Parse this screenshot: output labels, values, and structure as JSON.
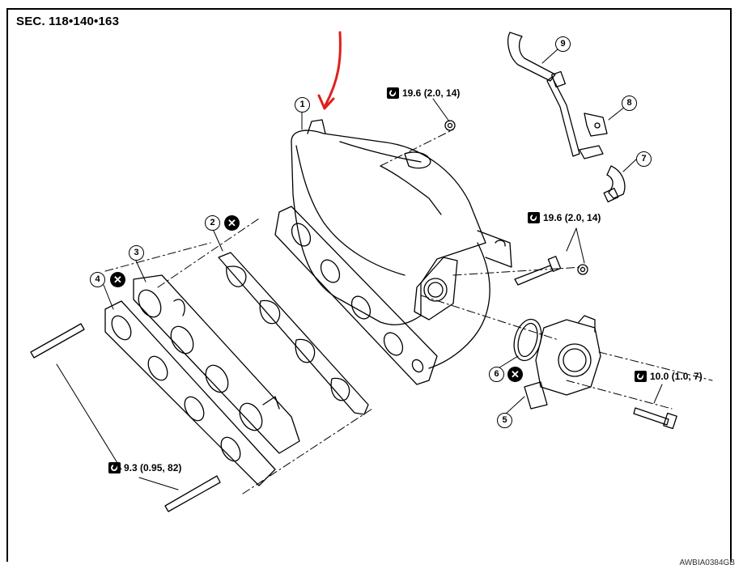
{
  "header": {
    "section": "SEC. 118•140•163"
  },
  "footer": {
    "code": "AWBIA0384GB"
  },
  "callouts": [
    "1",
    "2",
    "3",
    "4",
    "5",
    "6",
    "7",
    "8",
    "9"
  ],
  "torques": {
    "t1": "19.6 (2.0, 14)",
    "t2": "19.6 (2.0, 14)",
    "t3": "10.0 (1.0, 7)",
    "t4": "9.3 (0.95, 82)"
  },
  "symbols": {
    "replace": "✕"
  },
  "colors": {
    "lines": "#000000",
    "arrow": "#e0201c",
    "paper": "#ffffff"
  },
  "icons": [
    "tightening-torque-icon",
    "do-not-reuse-icon",
    "red-arrow-annotation"
  ]
}
